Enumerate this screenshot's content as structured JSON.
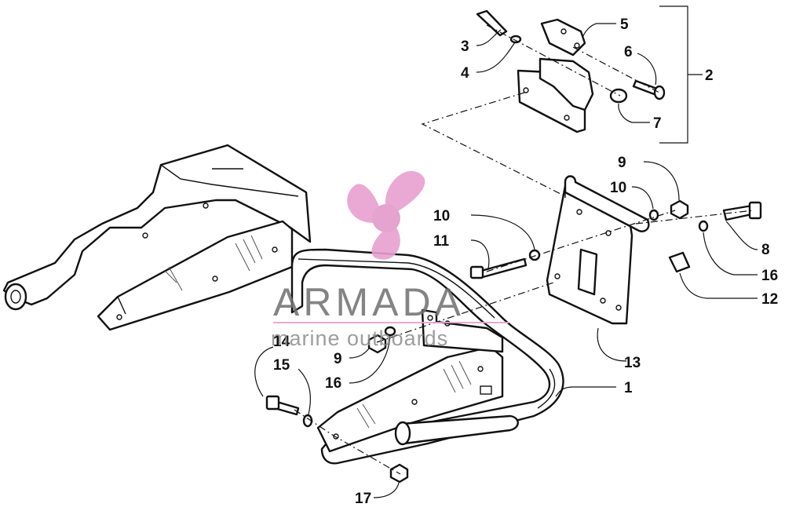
{
  "watermark": {
    "brand": "ARMADA",
    "tagline": "marine outboards",
    "logo_icon": "propeller-icon",
    "logo_color": "#e8a0cf"
  },
  "callouts": [
    "1",
    "2",
    "3",
    "4",
    "5",
    "6",
    "7",
    "8",
    "9",
    "9",
    "10",
    "10",
    "11",
    "12",
    "13",
    "14",
    "15",
    "16",
    "16",
    "17"
  ]
}
